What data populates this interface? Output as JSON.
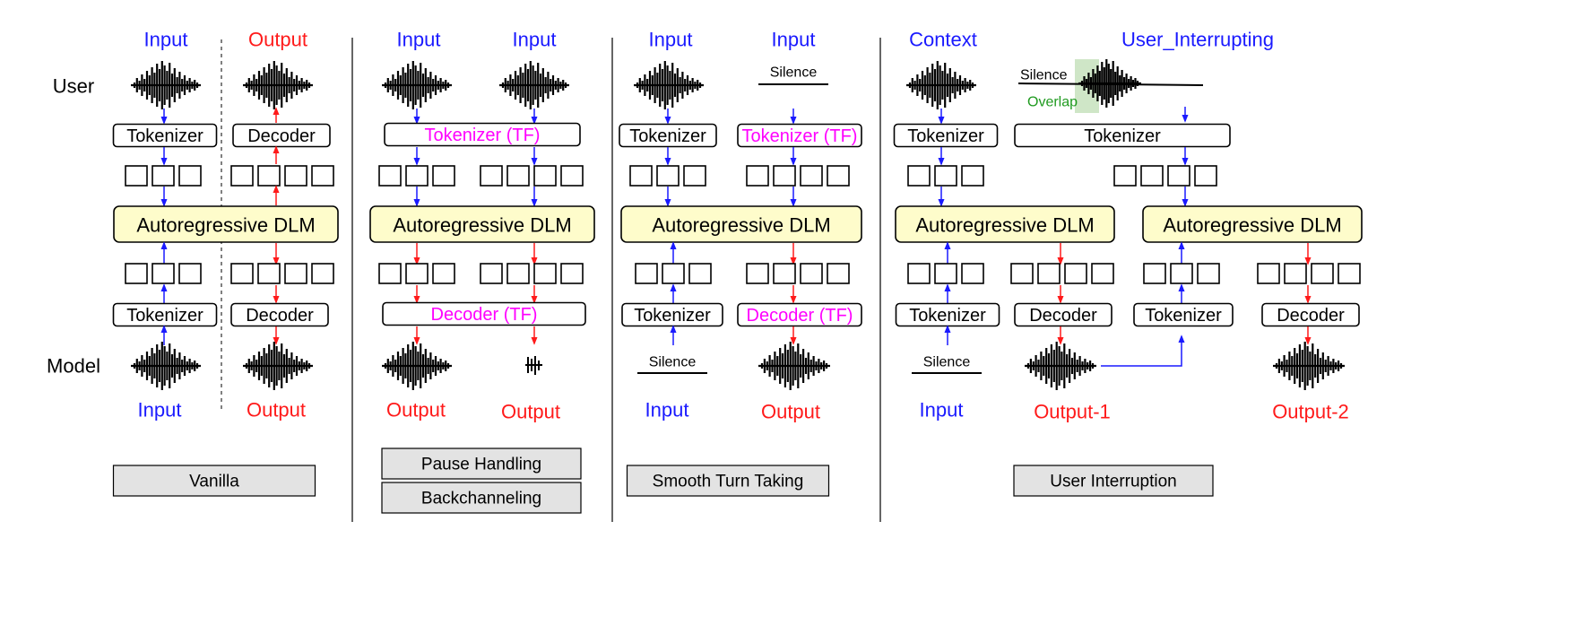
{
  "colors": {
    "input": "#1a1aff",
    "output": "#ff1a1a",
    "tf": "#ff00ff",
    "dlm_fill": "#fefccb",
    "caption_fill": "#e3e3e3",
    "overlap_label": "#1f9a1f",
    "overlap_fill": "#cfe6c7",
    "ink": "#000000"
  },
  "rows": {
    "user": "User",
    "model": "Model"
  },
  "labels": {
    "input": "Input",
    "output": "Output",
    "tokenizer": "Tokenizer",
    "decoder": "Decoder",
    "tokenizer_tf": "Tokenizer (TF)",
    "decoder_tf": "Decoder (TF)",
    "dlm": "Autoregressive DLM",
    "silence": "Silence",
    "context": "Context",
    "user_interrupting": "User_Interrupting",
    "overlap": "Overlap",
    "output_1": "Output-1",
    "output_2": "Output-2"
  },
  "captions": {
    "vanilla": "Vanilla",
    "pause": "Pause Handling",
    "backchannel": "Backchanneling",
    "turn": "Smooth Turn Taking",
    "interrupt": "User Interruption"
  }
}
